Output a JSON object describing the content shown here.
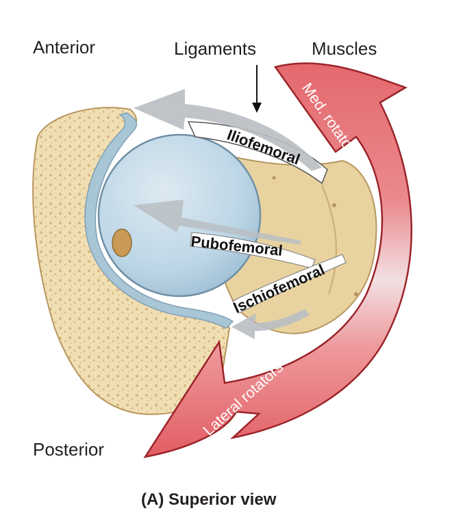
{
  "labels": {
    "anterior": "Anterior",
    "posterior": "Posterior",
    "ligaments": "Ligaments",
    "muscles": "Muscles"
  },
  "ligaments": {
    "iliofemoral": "Iliofemoral",
    "pubofemoral": "Pubofemoral",
    "ischiofemoral": "Ischiofemoral"
  },
  "muscles": {
    "medial_rotators": "Med. rotators",
    "lateral_rotators": "Lateral rotators"
  },
  "caption": "(A) Superior view",
  "colors": {
    "bone": "#f1dfb4",
    "bone_edge": "#b8955d",
    "femoral_head": "#bcd6e6",
    "cartilage": "#a9c6d6",
    "ligament_arrow": "#b9bec3",
    "muscle_arrow": "#e4696e",
    "muscle_arrow_light": "#f1dde0"
  }
}
